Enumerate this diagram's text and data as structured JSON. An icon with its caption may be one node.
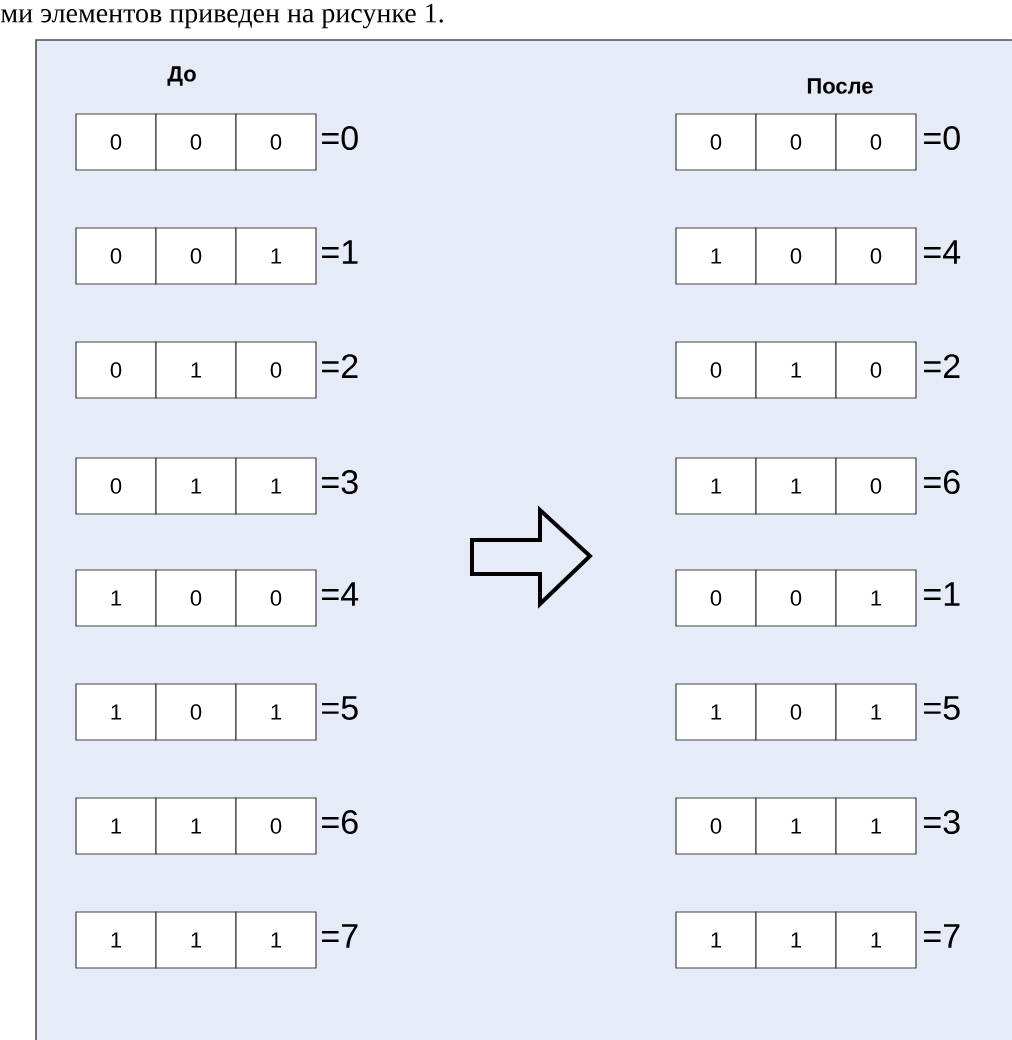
{
  "diagram": {
    "nodes": [
      {
        "text": [
          "До",
          "После"
        ]
      },
      {
        "text": [
          "0"
        ],
        "in": 0
      },
      {
        "text": [
          "0"
        ],
        "in": 0
      },
      {
        "text": [
          "0"
        ],
        "in": 0
      },
      {
        "text": [
          "0"
        ],
        "in": 0
      },
      {
        "text": [
          "0"
        ],
        "in": 0
      },
      {
        "text": [
          "0"
        ],
        "in": 0
      },
      {
        "text": [
          "0"
        ],
        "in": 0
      },
      {
        "text": [
          "0"
        ],
        "in": 0
      },
      {
        "text": [
          "1"
        ],
        "in": 0
      },
      {
        "text": [
          "1"
        ],
        "in": 0
      },
      {
        "text": [
          "0"
        ],
        "in": 0
      },
      {
        "text": [
          "0"
        ],
        "in": 0
      },
      {
        "text": [
          "0"
        ],
        "in": 0
      },
      {
        "text": [
          "1"
        ],
        "in": 0
      },
      {
        "text": [
          "0"
        ],
        "in": 0
      },
      {
        "text": [
          "0"
        ],
        "in": 0
      },
      {
        "text": [
          "1"
        ],
        "in": 0
      },
      {
        "text": [
          "0"
        ],
        "in": 0
      },
      {
        "text": [
          "0"
        ],
        "in": 0
      },
      {
        "text": [
          "1"
        ],
        "in": 0
      },
      {
        "text": [
          "1"
        ],
        "in": 0
      },
      {
        "text": [
          "1"
        ],
        "in": 0
      },
      {
        "text": [
          "1"
        ],
        "in": 0
      },
      {
        "text": [
          "0"
        ],
        "in": 0
      },
      {
        "text": [
          "1"
        ],
        "in": 0
      },
      {
        "text": [
          "0"
        ],
        "in": 0
      },
      {
        "text": [
          "0"
        ],
        "in": 0
      },
      {
        "text": [
          "0"
        ],
        "in": 0
      },
      {
        "text": [
          "0"
        ],
        "in": 0
      },
      {
        "text": [
          "1"
        ],
        "in": 0
      },
      {
        "text": [
          "1"
        ],
        "in": 0
      },
      {
        "text": [
          "0"
        ],
        "in": 0
      },
      {
        "text": [
          "1"
        ],
        "in": 0
      },
      {
        "text": [
          "1"
        ],
        "in": 0
      },
      {
        "text": [
          "0"
        ],
        "in": 0
      },
      {
        "text": [
          "1"
        ],
        "in": 0
      },
      {
        "text": [
          "1"
        ],
        "in": 0
      },
      {
        "text": [
          "1"
        ],
        "in": 0
      },
      {
        "text": [
          "0"
        ],
        "in": 0
      },
      {
        "text": [
          "0"
        ],
        "in": 0
      },
      {
        "text": [
          "1"
        ],
        "in": 0
      },
      {
        "text": [
          "1"
        ],
        "in": 0
      },
      {
        "text": [
          "1"
        ],
        "in": 0
      },
      {
        "text": [
          "1"
        ],
        "in": 0
      },
      {
        "text": [
          "1"
        ],
        "in": 0
      },
      {
        "text": [
          "1"
        ],
        "in": 0
      },
      {
        "text": [
          "1"
        ],
        "in": 0
      },
      {
        "text": [
          "1"
        ],
        "in": 0
      }
    ],
    "labels": [
      "ми элементов приведен на рисунке 1.",
      "=0",
      "=0",
      "=1",
      "=4",
      "=2",
      "=2",
      "=3",
      "=6",
      "=4",
      "=1",
      "=5",
      "=5",
      "=6",
      "=3",
      "=7",
      "=7"
    ]
  }
}
